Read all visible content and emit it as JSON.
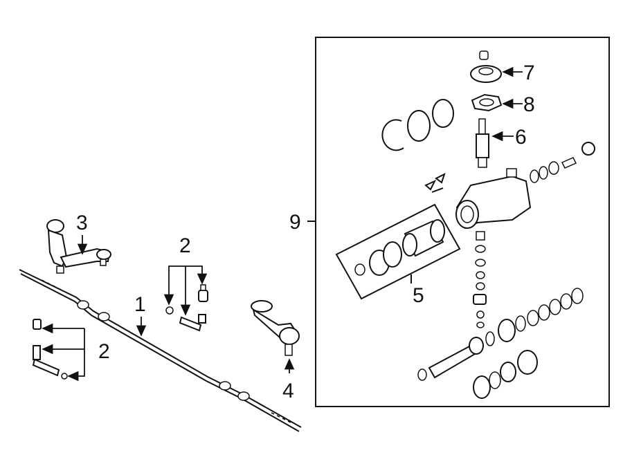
{
  "callouts": {
    "c1": "1",
    "c2a": "2",
    "c2b": "2",
    "c3": "3",
    "c4": "4",
    "c5": "5",
    "c6": "6",
    "c7": "7",
    "c8": "8",
    "c9": "9"
  },
  "colors": {
    "ink": "#111111",
    "background": "#ffffff"
  }
}
